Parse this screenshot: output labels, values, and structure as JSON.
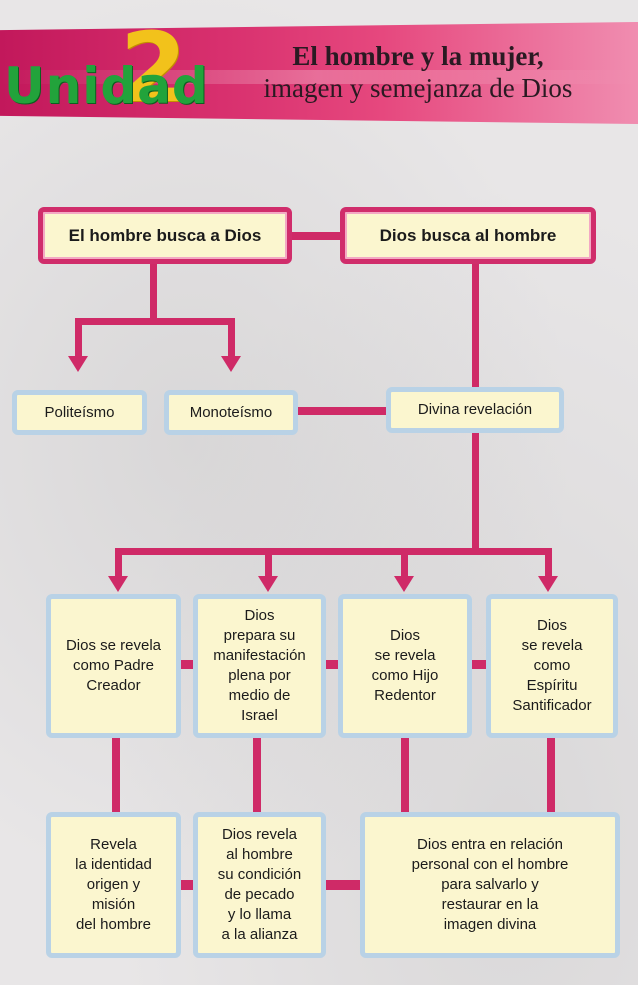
{
  "header": {
    "unidad_label": "Unidad",
    "unidad_number": "2",
    "title_line1": "El hombre y la mujer,",
    "title_line2": "imagen y semejanza de Dios"
  },
  "diagram": {
    "top": {
      "left": "El hombre busca a Dios",
      "right": "Dios busca al hombre"
    },
    "middle": {
      "politeismo": "Politeísmo",
      "monoteismo": "Monoteísmo",
      "revelacion": "Divina revelación"
    },
    "revelations": [
      "Dios se revela\ncomo Padre\nCreador",
      "Dios\nprepara su\nmanifestación\nplena por\nmedio de\nIsrael",
      "Dios\nse revela\ncomo Hijo\nRedentor",
      "Dios\nse revela\ncomo\nEspíritu\nSantificador"
    ],
    "bottom": [
      "Revela\nla identidad\norigen y\nmisión\ndel hombre",
      "Dios revela\nal hombre\nsu condición\nde pecado\ny lo llama\na la alianza",
      "Dios entra en relación\npersonal con el hombre\npara salvarlo y\nrestaurar en la\nimagen divina"
    ]
  },
  "colors": {
    "accent": "#cf2a67",
    "box_fill": "#fbf6cf",
    "box_border_blue": "#b9d2e6",
    "unidad_green": "#22a33b",
    "unidad_yellow": "#f2c21b"
  }
}
